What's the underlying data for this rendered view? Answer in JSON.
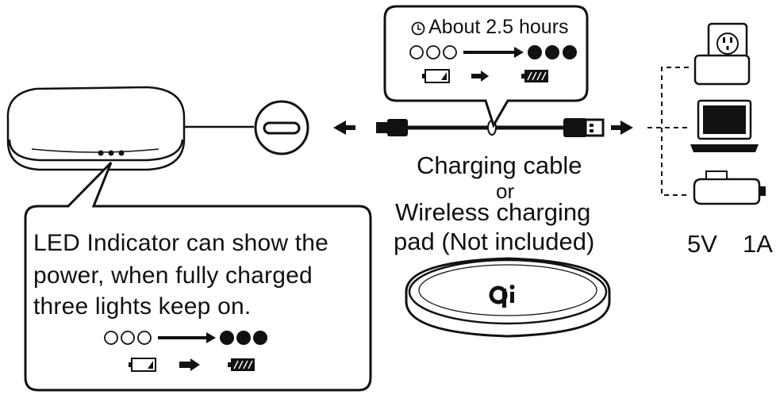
{
  "timer": {
    "icon": "clock-icon",
    "text": "About 2.5 hours"
  },
  "cable_label": {
    "line1": "Charging cable",
    "line2": "or",
    "line3": "Wireless charging",
    "line4": "pad (Not included)"
  },
  "power_spec": {
    "voltage": "5V",
    "current": "1A"
  },
  "led_callout": {
    "line1": "LED Indicator can show the",
    "line2": "power, when fully charged",
    "line3": "three lights keep on."
  },
  "icons": {
    "case": "earbuds-charging-case-icon",
    "port": "usb-c-port-icon",
    "wall": "wall-adapter-icon",
    "laptop": "laptop-icon",
    "car": "car-charger-icon",
    "pad": "qi-wireless-pad-icon"
  }
}
